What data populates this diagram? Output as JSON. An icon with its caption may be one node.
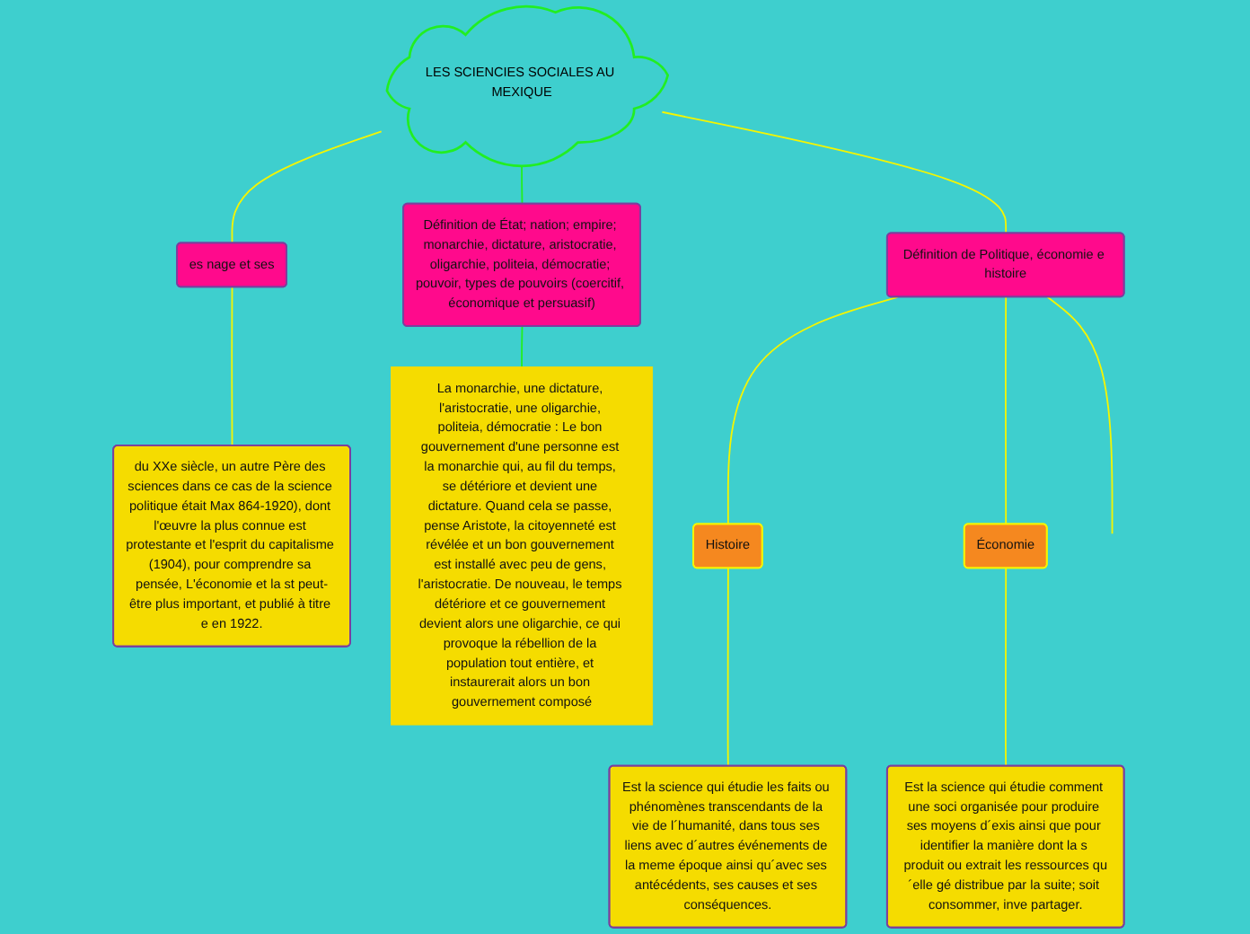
{
  "diagram": {
    "nodes": [
      {
        "text": [
          "LES SCIENCIES SOCIALES AU MEXIQUE"
        ]
      },
      {
        "text": [
          "es nage et ses"
        ]
      },
      {
        "text": [
          "du XXe siècle, un autre Père des sciences dans ce cas de la science politique était Max 864-1920), dont l'œuvre la plus connue est protestante et l'esprit du capitalisme (1904), pour comprendre sa pensée, L'économie et la st peut-être plus important, et publié à titre e en 1922."
        ]
      },
      {
        "text": [
          "Définition de État; nation; empire; monarchie, dictature, aristocratie, oligarchie, politeia, démocratie; pouvoir, types de pouvoirs (coercitif, économique et persuasif)"
        ]
      },
      {
        "text": [
          "La monarchie, une dictature, l'aristocratie, une oligarchie, politeia, démocratie : Le bon gouvernement d'une personne est la monarchie qui, au fil du temps, se détériore et devient une dictature. Quand cela se passe, pense Aristote, la citoyenneté est révélée et un bon gouvernement est installé avec peu de gens, l'aristocratie. De nouveau, le temps détériore et ce gouvernement devient alors une oligarchie, ce qui provoque la rébellion de la population tout entière, et instaurerait alors un bon gouvernement composé"
        ]
      },
      {
        "text": [
          "Définition de Politique, économie e histoire"
        ]
      },
      {
        "text": [
          "Histoire"
        ]
      },
      {
        "text": [
          "Économie"
        ]
      },
      {
        "text": [
          "Est la science qui étudie les faits ou phénomènes transcendants de la vie de l´humanité, dans tous ses liens avec d´autres événements de la meme époque ainsi qu´avec ses antécédents, ses causes et ses conséquences."
        ]
      },
      {
        "text": [
          "Est la science qui étudie comment une soci organisée pour produire ses moyens d´exis ainsi que pour identifier la manière dont la s produit ou extrait les ressources qu´elle gé distribue par la suite; soit consommer, inve partager."
        ]
      }
    ],
    "edges": [
      {
        "from": 0,
        "to": 1,
        "arrow": "none"
      },
      {
        "from": 0,
        "to": 3,
        "arrow": "none",
        "color": "#22ee22"
      },
      {
        "from": 0,
        "to": 5,
        "arrow": "none"
      },
      {
        "from": 1,
        "to": 2,
        "arrow": "none"
      },
      {
        "from": 3,
        "to": 4,
        "arrow": "none",
        "color": "#22ee22"
      },
      {
        "from": 5,
        "to": 6,
        "arrow": "none"
      },
      {
        "from": 5,
        "to": 7,
        "arrow": "none"
      },
      {
        "from": 5,
        "to": null,
        "arrow": "none"
      },
      {
        "from": 6,
        "to": 8,
        "arrow": "none"
      },
      {
        "from": 7,
        "to": 9,
        "arrow": "none"
      }
    ]
  }
}
